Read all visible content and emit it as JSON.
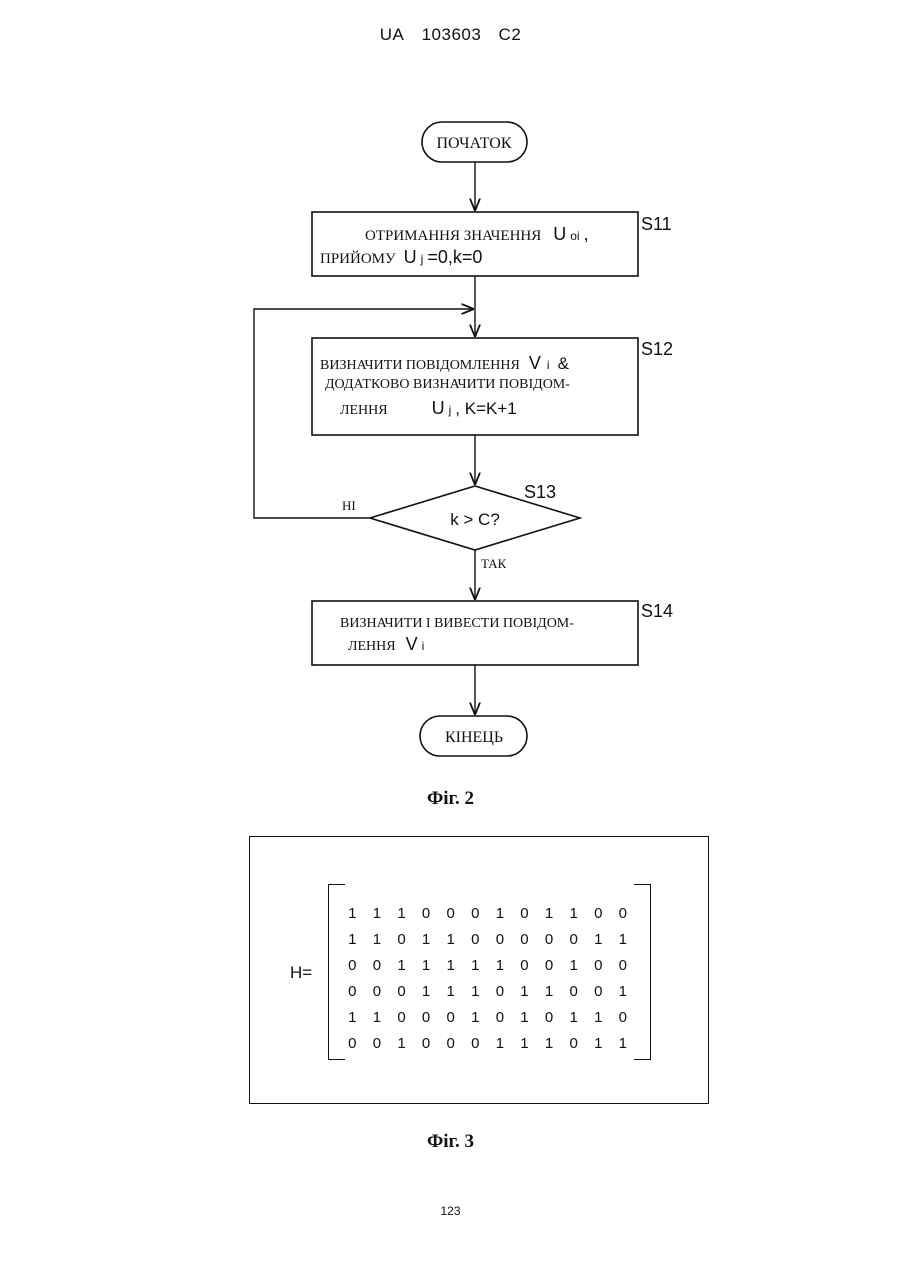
{
  "header": {
    "country": "UA",
    "number": "103603",
    "kind": "C2"
  },
  "figure2": {
    "caption": "Фіг. 2",
    "start": "ПОЧАТОК",
    "end": "КІНЕЦЬ",
    "s11": {
      "id": "S11",
      "line1_text": "ОТРИМАННЯ ЗНАЧЕННЯ",
      "line1_var": "U",
      "line1_sub": "oi",
      "line1_tail": ",",
      "line2_text": "ПРИЙОМУ",
      "line2_formula": "U",
      "line2_sub": "j",
      "line2_tail": "=0,k=0"
    },
    "s12": {
      "id": "S12",
      "line1_text": "ВИЗНАЧИТИ ПОВІДОМЛЕННЯ",
      "line1_var": "V",
      "line1_sub": "i",
      "line1_tail": "&",
      "line2_text": "ДОДАТКОВО ВИЗНАЧИТИ ПОВІДОМ-",
      "line3_text": "ЛЕННЯ",
      "line3_var": "U",
      "line3_sub": "j",
      "line3_tail": ", K=K+1"
    },
    "s13": {
      "id": "S13",
      "condition": "k > C?",
      "no_label": "НІ",
      "yes_label": "ТАК"
    },
    "s14": {
      "id": "S14",
      "line1_text": "ВИЗНАЧИТИ І ВИВЕСТИ ПОВІДОМ-",
      "line2_text": "ЛЕННЯ",
      "line2_var": "V",
      "line2_sub": "i"
    }
  },
  "figure3": {
    "caption": "Фіг. 3",
    "label": "H=",
    "matrix": [
      [
        1,
        1,
        1,
        0,
        0,
        0,
        1,
        0,
        1,
        1,
        0,
        0
      ],
      [
        1,
        1,
        0,
        1,
        1,
        0,
        0,
        0,
        0,
        0,
        1,
        1
      ],
      [
        0,
        0,
        1,
        1,
        1,
        1,
        1,
        0,
        0,
        1,
        0,
        0
      ],
      [
        0,
        0,
        0,
        1,
        1,
        1,
        0,
        1,
        1,
        0,
        0,
        1
      ],
      [
        1,
        1,
        0,
        0,
        0,
        1,
        0,
        1,
        0,
        1,
        1,
        0
      ],
      [
        0,
        0,
        1,
        0,
        0,
        0,
        1,
        1,
        1,
        0,
        1,
        1
      ]
    ]
  },
  "page_number": "123"
}
